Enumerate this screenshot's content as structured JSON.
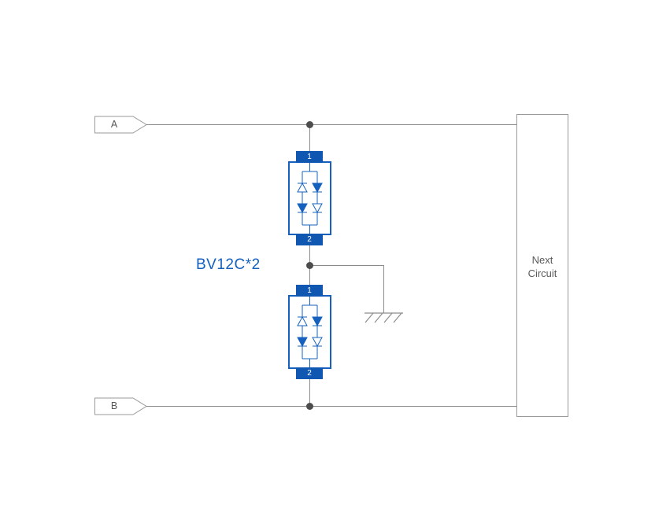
{
  "diagram": {
    "part_label": "BV12C*2",
    "net_labels": {
      "a": "A",
      "b": "B"
    },
    "next_circuit": {
      "label": "Next\nCircuit"
    },
    "components": [
      {
        "name": "tvs-array-1",
        "pin_top": "1",
        "pin_bottom": "2"
      },
      {
        "name": "tvs-array-2",
        "pin_top": "1",
        "pin_bottom": "2"
      }
    ],
    "icons": [
      "ground-icon",
      "junction-dot",
      "net-flag"
    ],
    "colors": {
      "accent_blue": "#1561bd",
      "tab_blue": "#0f57b0",
      "wire_gray": "#8c8c8c",
      "dot_gray": "#4d4d4d",
      "text_gray": "#595959"
    }
  }
}
